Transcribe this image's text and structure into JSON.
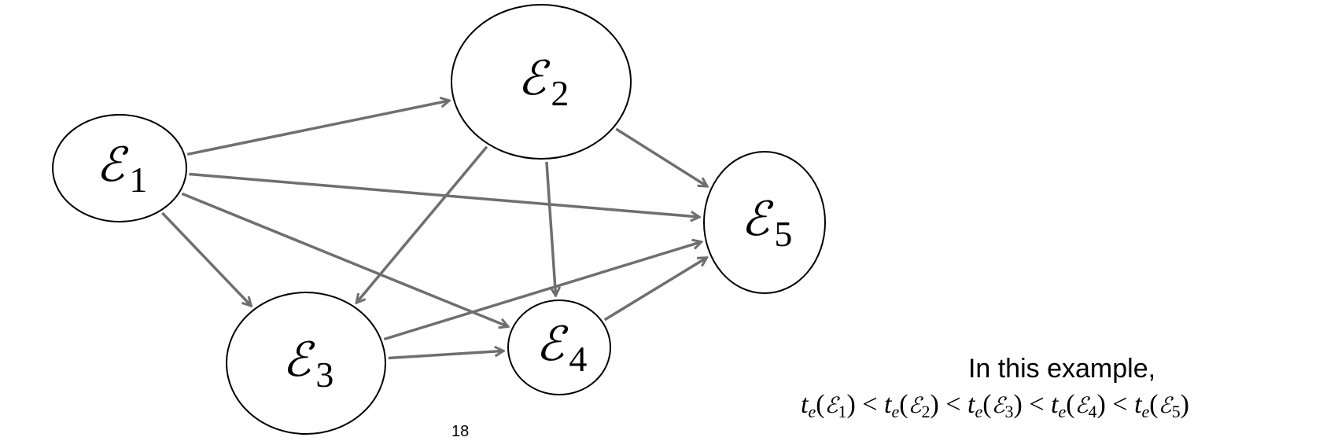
{
  "nodes": [
    {
      "id": "E1",
      "letter": "ℰ",
      "subscript": "1"
    },
    {
      "id": "E2",
      "letter": "ℰ",
      "subscript": "2"
    },
    {
      "id": "E3",
      "letter": "ℰ",
      "subscript": "3"
    },
    {
      "id": "E4",
      "letter": "ℰ",
      "subscript": "4"
    },
    {
      "id": "E5",
      "letter": "ℰ",
      "subscript": "5"
    }
  ],
  "edges": [
    {
      "from": "E1",
      "to": "E2"
    },
    {
      "from": "E1",
      "to": "E5"
    },
    {
      "from": "E1",
      "to": "E3"
    },
    {
      "from": "E1",
      "to": "E4"
    },
    {
      "from": "E2",
      "to": "E5"
    },
    {
      "from": "E2",
      "to": "E3"
    },
    {
      "from": "E2",
      "to": "E4"
    },
    {
      "from": "E3",
      "to": "E5"
    },
    {
      "from": "E3",
      "to": "E4"
    },
    {
      "from": "E4",
      "to": "E5"
    }
  ],
  "colors": {
    "edge": "#6f6f6f",
    "node_stroke": "#000000"
  },
  "caption": {
    "line1": "In this example,",
    "terms": [
      {
        "t": "t",
        "e": "e",
        "letter": "ℰ",
        "n": "1"
      },
      {
        "t": "t",
        "e": "e",
        "letter": "ℰ",
        "n": "2"
      },
      {
        "t": "t",
        "e": "e",
        "letter": "ℰ",
        "n": "3"
      },
      {
        "t": "t",
        "e": "e",
        "letter": "ℰ",
        "n": "4"
      },
      {
        "t": "t",
        "e": "e",
        "letter": "ℰ",
        "n": "5"
      }
    ],
    "relation": "<"
  },
  "page_number": "18"
}
